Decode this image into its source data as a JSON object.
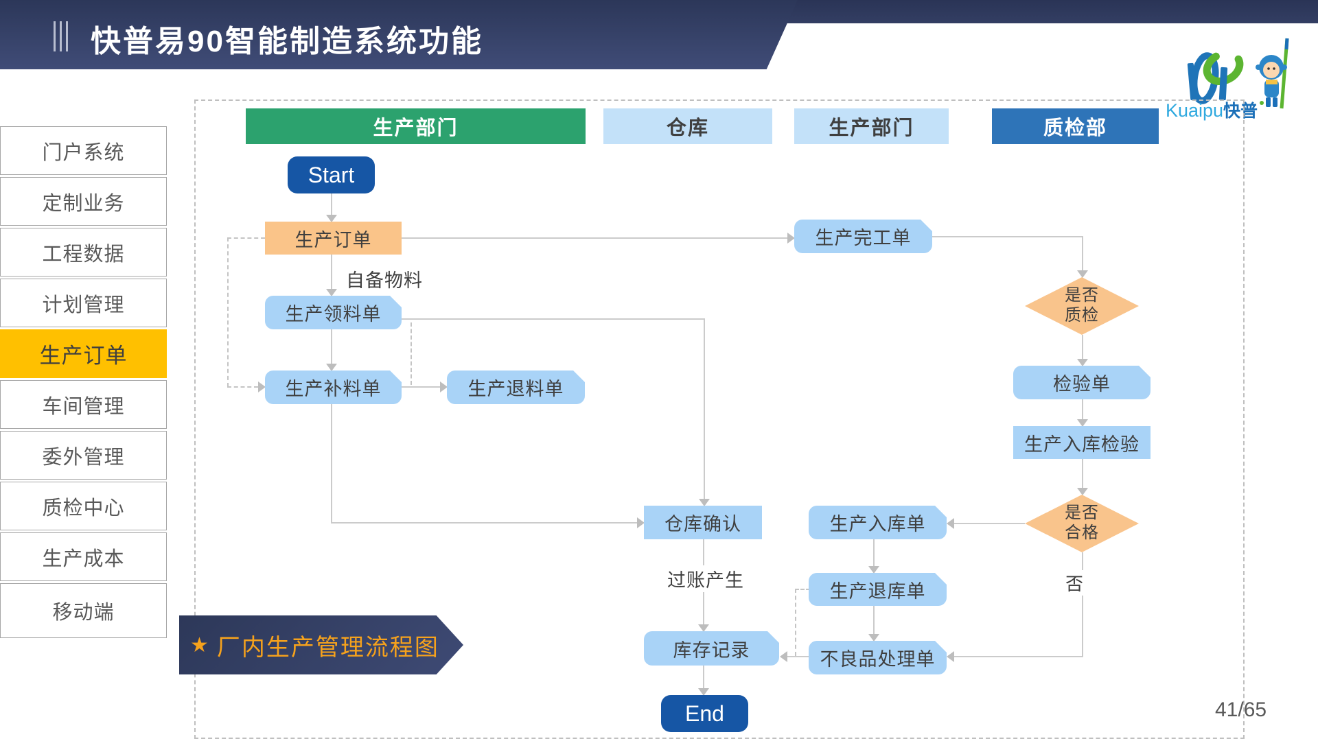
{
  "header": {
    "title": "快普易90智能制造系统功能"
  },
  "logo": {
    "name_en": "Kuaipu",
    "name_cn": "快普"
  },
  "sidebar": {
    "items": [
      {
        "label": "门户系统",
        "active": false
      },
      {
        "label": "定制业务",
        "active": false
      },
      {
        "label": "工程数据",
        "active": false
      },
      {
        "label": "计划管理",
        "active": false
      },
      {
        "label": "生产订单",
        "active": true
      },
      {
        "label": "车间管理",
        "active": false
      },
      {
        "label": "委外管理",
        "active": false
      },
      {
        "label": "质检中心",
        "active": false
      },
      {
        "label": "生产成本",
        "active": false
      },
      {
        "label": "移动端",
        "active": false
      }
    ]
  },
  "diagram": {
    "lanes": [
      {
        "label": "生产部门"
      },
      {
        "label": "仓库"
      },
      {
        "label": "生产部门"
      },
      {
        "label": "质检部"
      }
    ],
    "nodes": {
      "start": "Start",
      "production_order": "生产订单",
      "material_requisition": "生产领料单",
      "supplementary_requisition": "生产补料单",
      "material_return": "生产退料单",
      "completion_form": "生产完工单",
      "inspect_decision_line1": "是否",
      "inspect_decision_line2": "质检",
      "inspection_form": "检验单",
      "warehousing_inspection": "生产入库检验",
      "qualified_decision_line1": "是否",
      "qualified_decision_line2": "合格",
      "warehouse_confirm": "仓库确认",
      "warehousing_form": "生产入库单",
      "warehouse_return_form": "生产退库单",
      "inventory_record": "库存记录",
      "defective_form": "不良品处理单",
      "end": "End"
    },
    "edge_labels": {
      "self_material": "自备物料",
      "posting": "过账产生",
      "no": "否"
    }
  },
  "banner": {
    "star": "★",
    "text": "厂内生产管理流程图"
  },
  "footer": {
    "page": "41/65"
  },
  "colors": {
    "header_navy": "#323d62",
    "accent_gold": "#ffc000",
    "lane_green": "#2ca26e",
    "lane_blue_light": "#c3e1f9",
    "dept_blue": "#2e74b8",
    "node_blue": "#a9d3f7",
    "node_orange": "#fac489",
    "terminal_blue": "#1656a5",
    "connector_gray": "#cbcbcb",
    "banner_text_orange": "#f6a21c"
  }
}
